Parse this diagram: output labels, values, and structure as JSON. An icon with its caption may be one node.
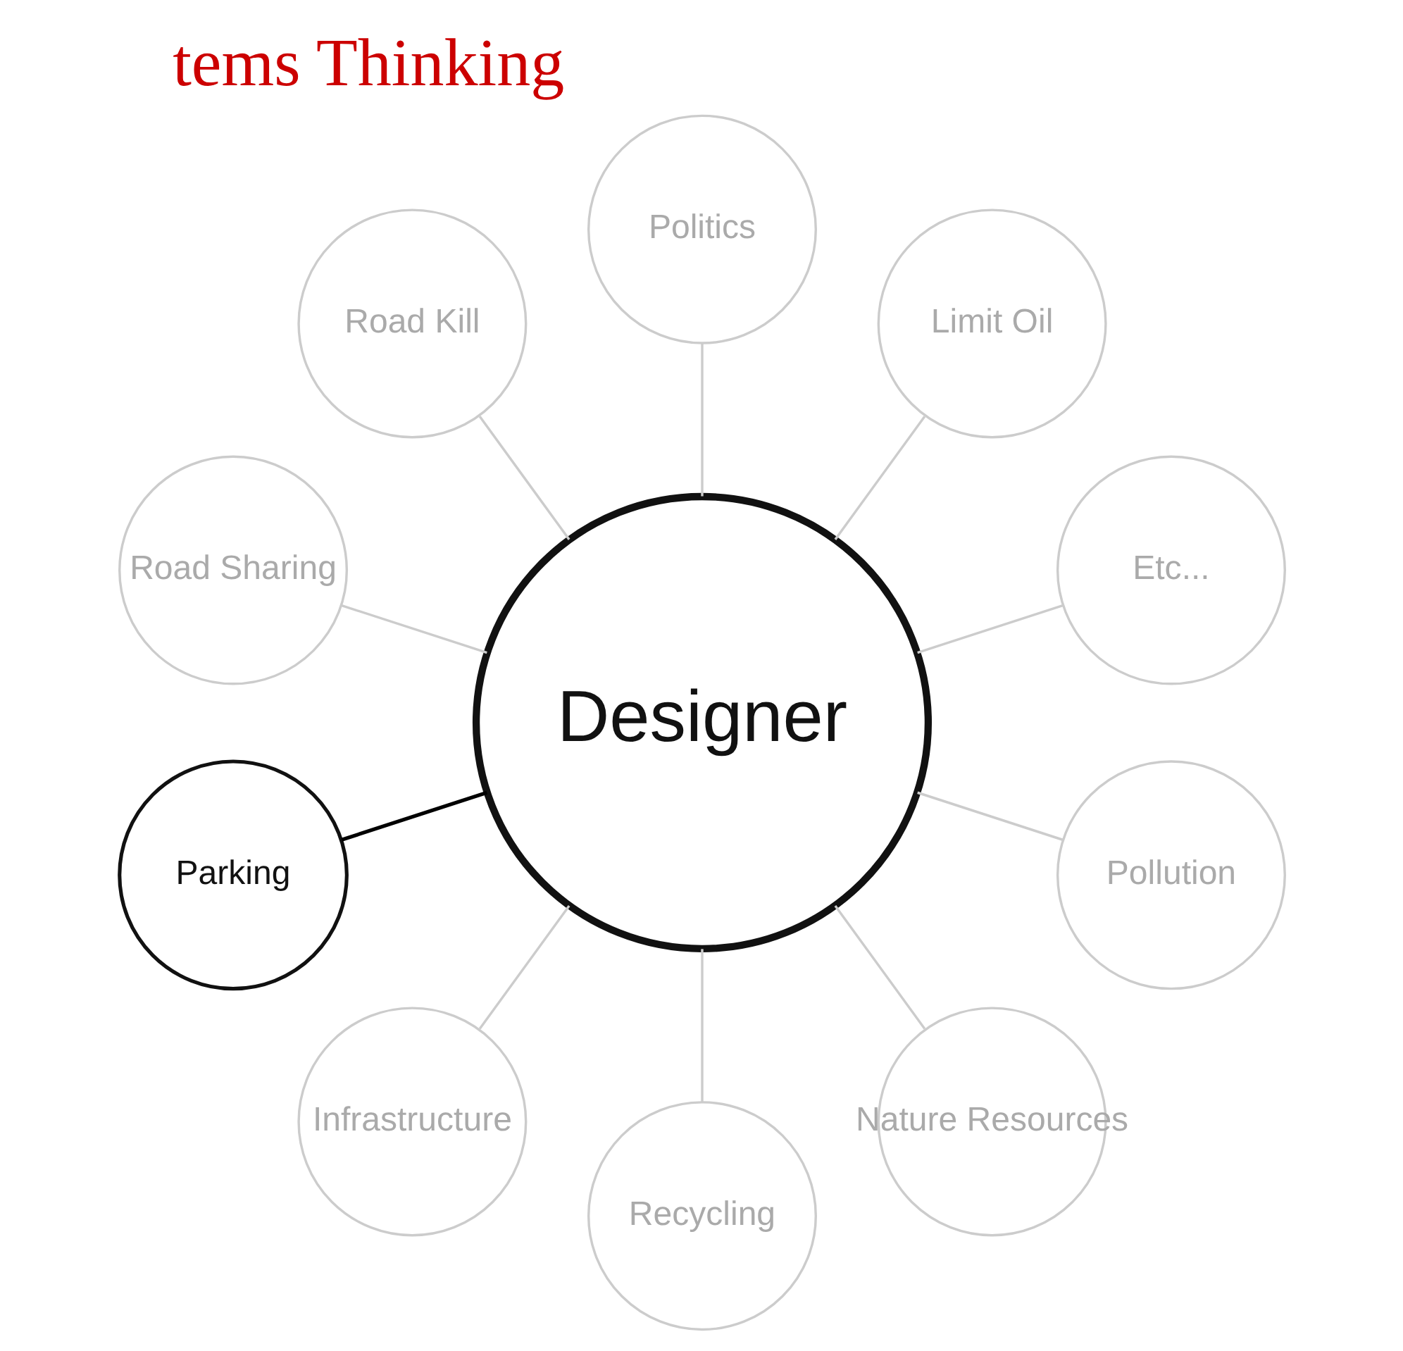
{
  "diagram": {
    "title": "tems Thinking",
    "nodes": [
      {
        "text": [
          "Designer"
        ]
      },
      {
        "text": [
          "Etc..."
        ]
      },
      {
        "text": [
          "Limit Oil"
        ]
      },
      {
        "text": [
          "Pollution"
        ]
      },
      {
        "text": [
          "Politics"
        ]
      },
      {
        "text": [
          "Nature Resources"
        ]
      },
      {
        "text": [
          "Road Kill"
        ]
      },
      {
        "text": [
          "Recycling"
        ]
      },
      {
        "text": [
          "Road Sharing"
        ]
      },
      {
        "text": [
          "Infrastructure"
        ]
      },
      {
        "text": [
          "Parking"
        ]
      }
    ],
    "edges": [
      {
        "from": 0,
        "to": 1,
        "arrow": "none"
      },
      {
        "from": 0,
        "to": 2,
        "arrow": "none"
      },
      {
        "from": 0,
        "to": 4,
        "arrow": "none"
      },
      {
        "from": 0,
        "to": 6,
        "arrow": "none"
      },
      {
        "from": 0,
        "to": 8,
        "arrow": "none"
      },
      {
        "from": 0,
        "to": 10,
        "arrow": "none",
        "color": "#000000"
      },
      {
        "from": 0,
        "to": 9,
        "arrow": "none"
      },
      {
        "from": 0,
        "to": 7,
        "arrow": "none"
      },
      {
        "from": 0,
        "to": 5,
        "arrow": "none"
      },
      {
        "from": 0,
        "to": 3,
        "arrow": "none"
      }
    ]
  }
}
